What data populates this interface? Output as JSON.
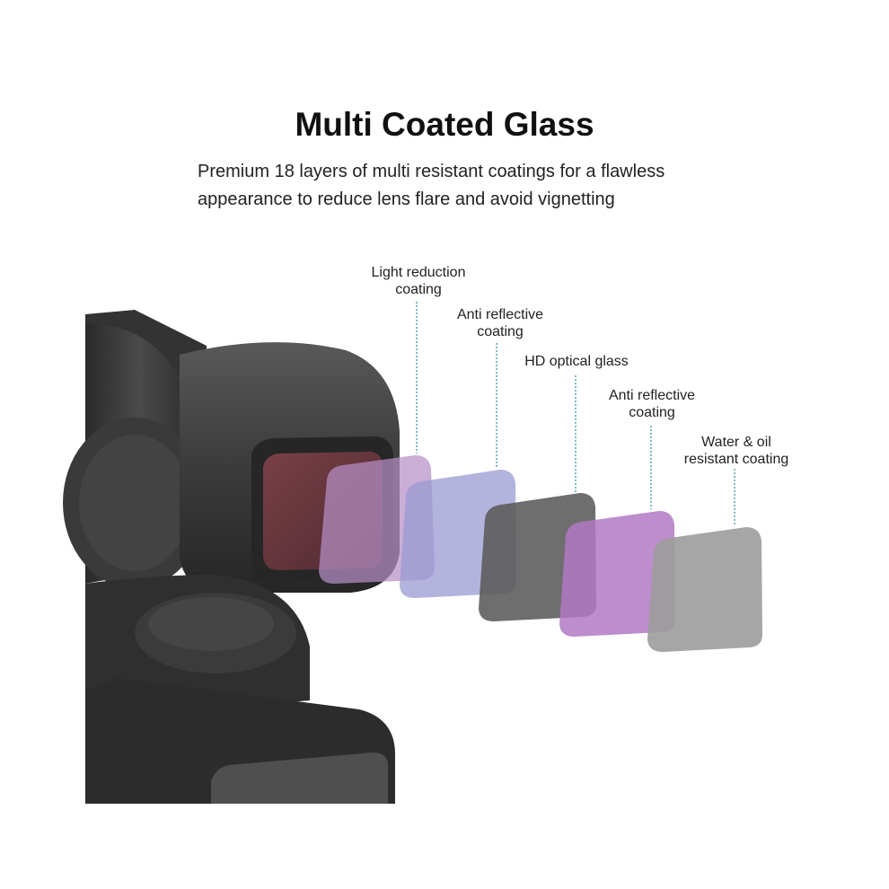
{
  "header": {
    "title": "Multi Coated Glass",
    "subtitle_line1": "Premium 18 layers of multi resistant coatings for a flawless",
    "subtitle_line2": "appearance to reduce lens flare and avoid vignetting"
  },
  "layers": [
    {
      "label_line1": "Light reduction",
      "label_line2": "coating",
      "color": "#b58fc6"
    },
    {
      "label_line1": "Anti reflective",
      "label_line2": "coating",
      "color": "#9a9ad2"
    },
    {
      "label_line1": "HD optical glass",
      "label_line2": "",
      "color": "#5a5a5a"
    },
    {
      "label_line1": "Anti reflective",
      "label_line2": "coating",
      "color": "#b179c4"
    },
    {
      "label_line1": "Water & oil",
      "label_line2": "resistant coating",
      "color": "#9c9c9c"
    }
  ],
  "colors": {
    "leader_line": "#4a9fae",
    "camera_body": "#3c3c3c",
    "filter_on_lens": "#6b3a40"
  }
}
